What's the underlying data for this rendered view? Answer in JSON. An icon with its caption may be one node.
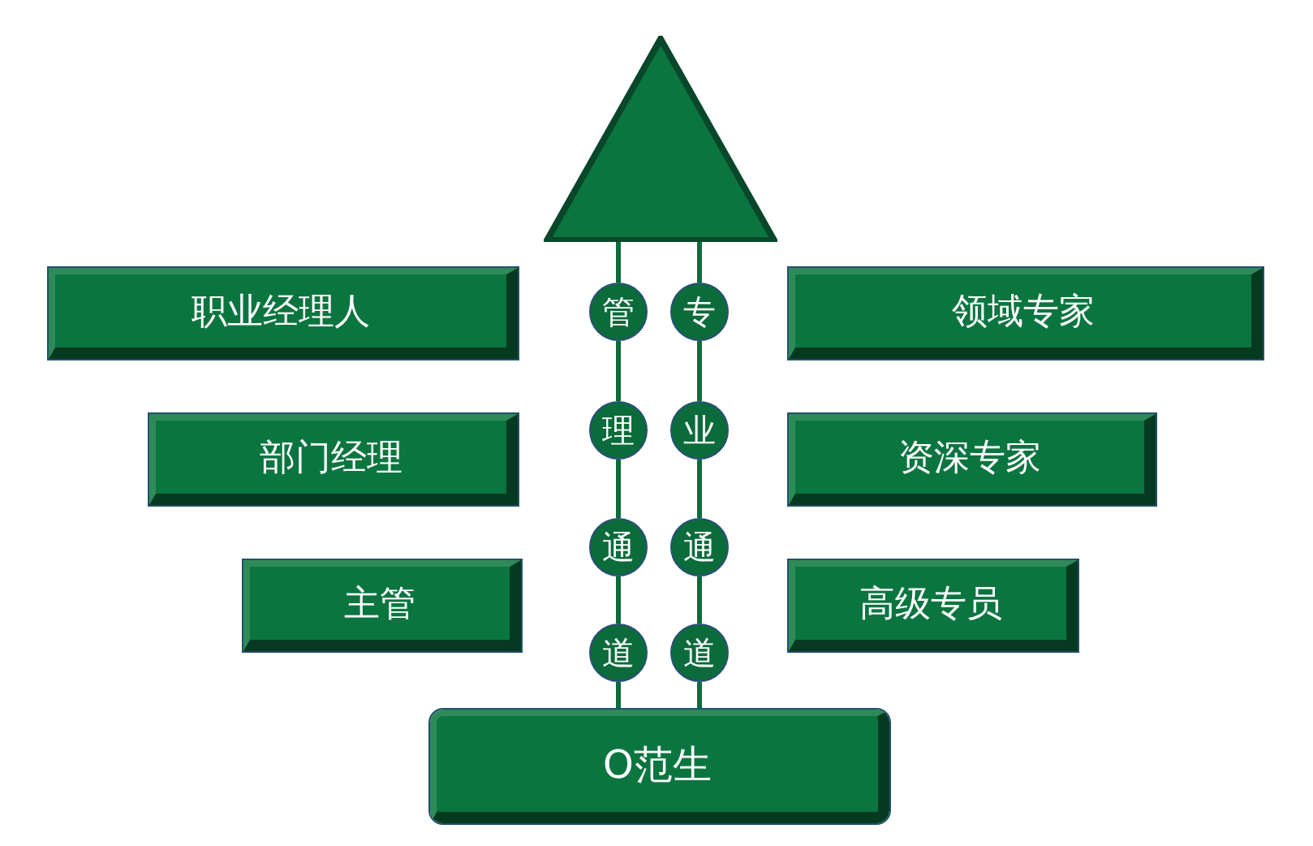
{
  "diagram": {
    "nodes": [
      {
        "text": [],
        "shape": "triangle"
      },
      {
        "text": [
          "职业经理人"
        ]
      },
      {
        "text": [
          "领域专家"
        ]
      },
      {
        "text": [
          "部门经理"
        ]
      },
      {
        "text": [
          "资深专家"
        ]
      },
      {
        "text": [
          "主管"
        ]
      },
      {
        "text": [
          "高级专员"
        ]
      },
      {
        "text": [
          "管"
        ]
      },
      {
        "text": [
          "理"
        ]
      },
      {
        "text": [
          "通"
        ]
      },
      {
        "text": [
          "道"
        ]
      },
      {
        "text": [
          "专"
        ]
      },
      {
        "text": [
          "业"
        ]
      },
      {
        "text": [
          "通"
        ]
      },
      {
        "text": [
          "道"
        ]
      },
      {
        "text": [
          "O范生"
        ]
      }
    ],
    "edges": [
      {
        "from": 15,
        "to": 10,
        "arrow": "none"
      },
      {
        "from": 10,
        "to": 9,
        "arrow": "none"
      },
      {
        "from": 9,
        "to": 8,
        "arrow": "none"
      },
      {
        "from": 8,
        "to": 7,
        "arrow": "none"
      },
      {
        "from": 7,
        "to": 0,
        "arrow": "none"
      },
      {
        "from": 15,
        "to": 14,
        "arrow": "none"
      },
      {
        "from": 14,
        "to": 13,
        "arrow": "none"
      },
      {
        "from": 13,
        "to": 12,
        "arrow": "none"
      },
      {
        "from": 12,
        "to": 11,
        "arrow": "none"
      },
      {
        "from": 11,
        "to": 0,
        "arrow": "none"
      }
    ]
  }
}
